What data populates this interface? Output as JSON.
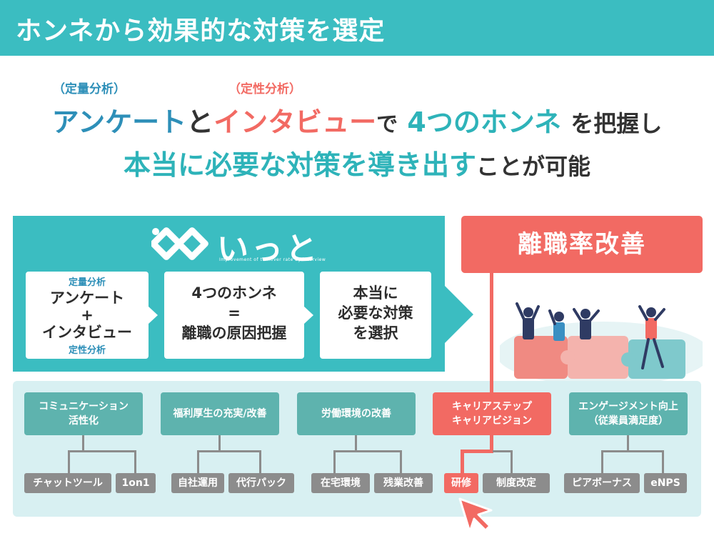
{
  "title": "ホンネから効果的な対策を選定",
  "headline": {
    "label_quant": "（定量分析）",
    "label_qual": "（定性分析）",
    "line1_a": "アンケート",
    "line1_b": "と",
    "line1_c": "インタビュー",
    "line1_d": "で",
    "line1_e": "4つのホンネ",
    "line1_f": "を把握し",
    "line2_a": "本当に必要な対策を導き出す",
    "line2_b": "ことが可能"
  },
  "logo": {
    "text": "いっと",
    "subtitle": "Improvement of turnover rate by interview"
  },
  "flow": [
    {
      "top_label": "定量分析",
      "lines": [
        "アンケート",
        "+",
        "インタビュー"
      ],
      "bottom_label": "定性分析"
    },
    {
      "lines": [
        "4つのホンネ",
        "=",
        "離職の原因把握"
      ]
    },
    {
      "lines": [
        "本当に",
        "必要な対策",
        "を選択"
      ]
    }
  ],
  "goal": "離職率改善",
  "categories": [
    {
      "label": "コミュニケーション\n活性化",
      "children": [
        "チャットツール",
        "1on1"
      ]
    },
    {
      "label": "福利厚生の充実/改善",
      "children": [
        "自社運用",
        "代行パック"
      ]
    },
    {
      "label": "労働環境の改善",
      "children": [
        "在宅環境",
        "残業改善"
      ]
    },
    {
      "label": "キャリアステップ\nキャリアビジョン",
      "children": [
        "研修",
        "制度改定"
      ],
      "highlight": true
    },
    {
      "label": "エンゲージメント向上\n（従業員満足度）",
      "children": [
        "ピアボーナス",
        "eNPS"
      ]
    }
  ],
  "colors": {
    "teal": "#3bbdc1",
    "red": "#f26a63",
    "blue": "#2d8fb8",
    "gray": "#8c8c8c",
    "green": "#5eb3ae",
    "light": "#d8f0f2"
  }
}
